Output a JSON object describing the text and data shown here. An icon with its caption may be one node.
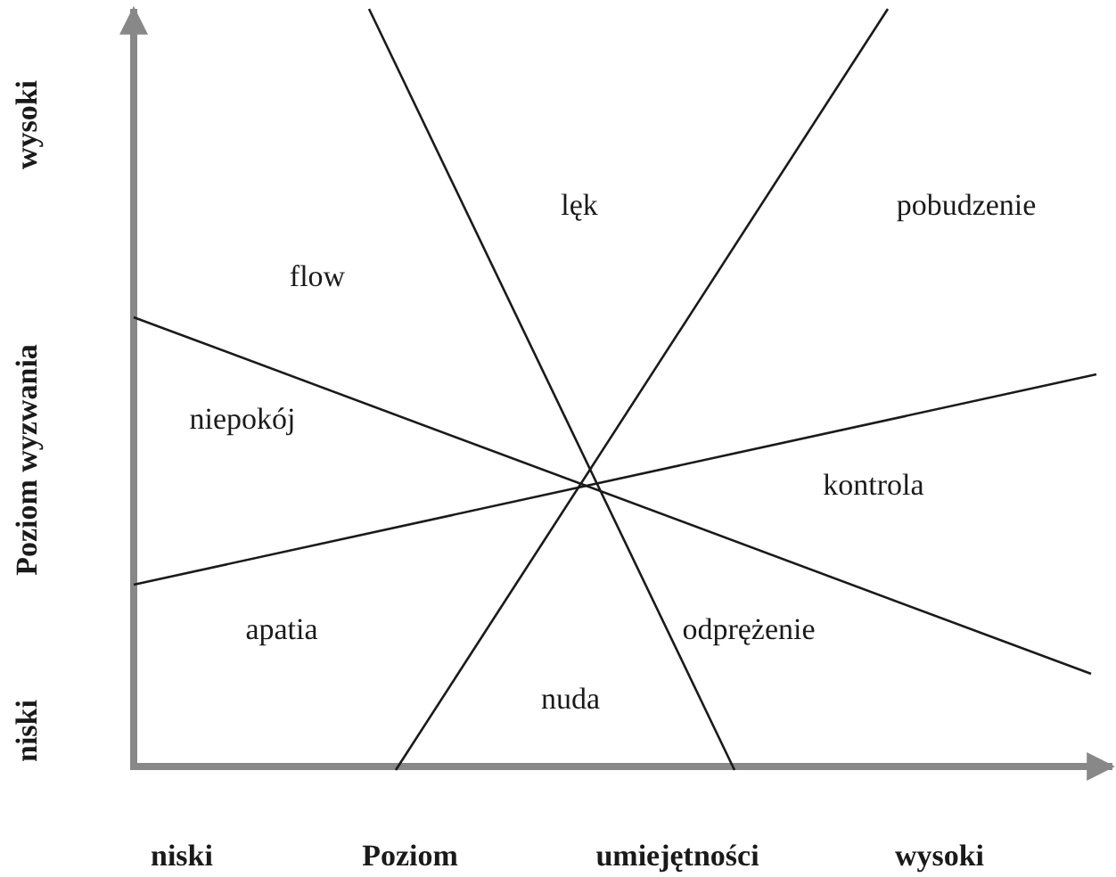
{
  "diagram": {
    "labels": [
      "wysoki",
      "lęk",
      "pobudzenie",
      "flow",
      "Poziom wyzwania",
      "niepokój",
      "kontrola",
      "apatia",
      "odprężenie",
      "nuda",
      "niski",
      "niski",
      "Poziom",
      "umiejętności",
      "wysoki"
    ]
  }
}
